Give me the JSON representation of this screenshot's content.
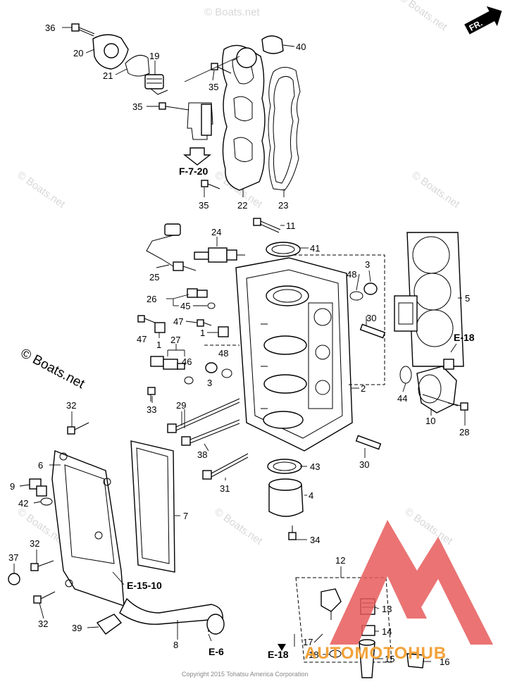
{
  "direction_label": "FR.",
  "side_watermark": "© Boats.net",
  "watermark_text": "© Boats.net",
  "copyright": "Copyright 2015 Tohatsu America Corporation",
  "brand": {
    "logo_text": "AUTOMOTOHUB",
    "logo_colors": {
      "triangle": "#e85a5a",
      "text_auto": "#f2a23a",
      "text_hub": "#4a4a4a"
    }
  },
  "part_labels": {
    "p1a": "1",
    "p1b": "1",
    "p2": "2",
    "p3a": "3",
    "p3b": "3",
    "p4": "4",
    "p5": "5",
    "p6": "6",
    "p7": "7",
    "p8": "8",
    "p9": "9",
    "p10": "10",
    "p11": "11",
    "p12": "12",
    "p13": "13",
    "p14": "14",
    "p15": "15",
    "p16": "16",
    "p17": "17",
    "p18": "18",
    "p19": "19",
    "p20": "20",
    "p21": "21",
    "p22": "22",
    "p23": "23",
    "p24": "24",
    "p25": "25",
    "p26": "26",
    "p27": "27",
    "p28": "28",
    "p29": "29",
    "p30a": "30",
    "p30b": "30",
    "p31": "31",
    "p32a": "32",
    "p32b": "32",
    "p32c": "32",
    "p33": "33",
    "p34": "34",
    "p35a": "35",
    "p35b": "35",
    "p35c": "35",
    "p36": "36",
    "p37": "37",
    "p38": "38",
    "p39": "39",
    "p40": "40",
    "p41": "41",
    "p42": "42",
    "p43": "43",
    "p44": "44",
    "p45": "45",
    "p46": "46",
    "p47a": "47",
    "p47b": "47",
    "p48a": "48",
    "p48b": "48"
  },
  "reference_labels": {
    "f720": "F-7-20",
    "e18a": "E-18",
    "e18b": "E-18",
    "e1510": "E-15-10",
    "e6": "E-6"
  }
}
